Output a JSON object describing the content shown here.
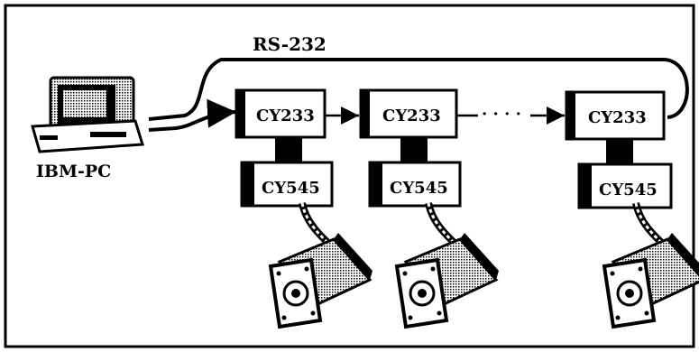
{
  "diagram": {
    "bus_label": "RS-232",
    "host_label": "IBM-PC",
    "chain_ellipsis": "· · · ·",
    "nodes": [
      {
        "controller_label": "CY233",
        "driver_label": "CY545"
      },
      {
        "controller_label": "CY233",
        "driver_label": "CY545"
      },
      {
        "controller_label": "CY233",
        "driver_label": "CY545"
      }
    ]
  }
}
